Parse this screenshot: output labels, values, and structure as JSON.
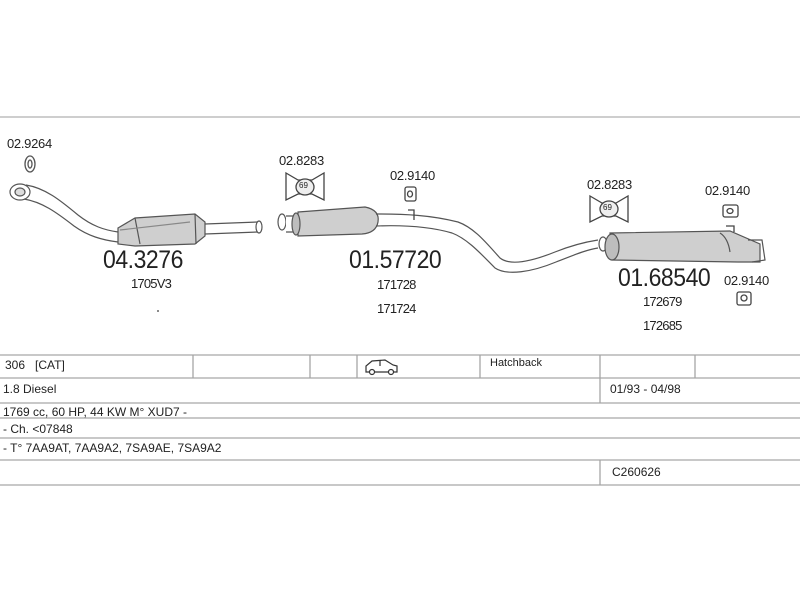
{
  "diagram": {
    "parts": {
      "front_catalyst": {
        "number": "04.3276",
        "refs": [
          "1705V3"
        ]
      },
      "middle_silencer": {
        "number": "01.57720",
        "refs": [
          "171728",
          "171724"
        ]
      },
      "rear_silencer": {
        "number": "01.68540",
        "refs": [
          "172679",
          "172685"
        ]
      }
    },
    "fittings": {
      "front_gasket": "02.9264",
      "clamp_1": "02.8283",
      "mount_1": "02.9140",
      "clamp_2": "02.8283",
      "mount_2": "02.9140",
      "mount_3": "02.9140",
      "clamp_badge": "69"
    }
  },
  "vehicle_info": {
    "model": "306",
    "tag": "[CAT]",
    "body_type": "Hatchback",
    "engine": "1.8 Diesel",
    "date_range": "01/93 - 04/98",
    "spec": "1769 cc, 60 HP, 44 KW M° XUD7 -",
    "chassis": "- Ch. <07848",
    "type_codes": "- T° 7AA9AT, 7AA9A2, 7SA9AE, 7SA9A2",
    "code": "C260626",
    "body_icon": "hatchback-car-icon"
  },
  "colors": {
    "line": "#9a9a9a",
    "ink": "#222222",
    "part": "#555555"
  }
}
